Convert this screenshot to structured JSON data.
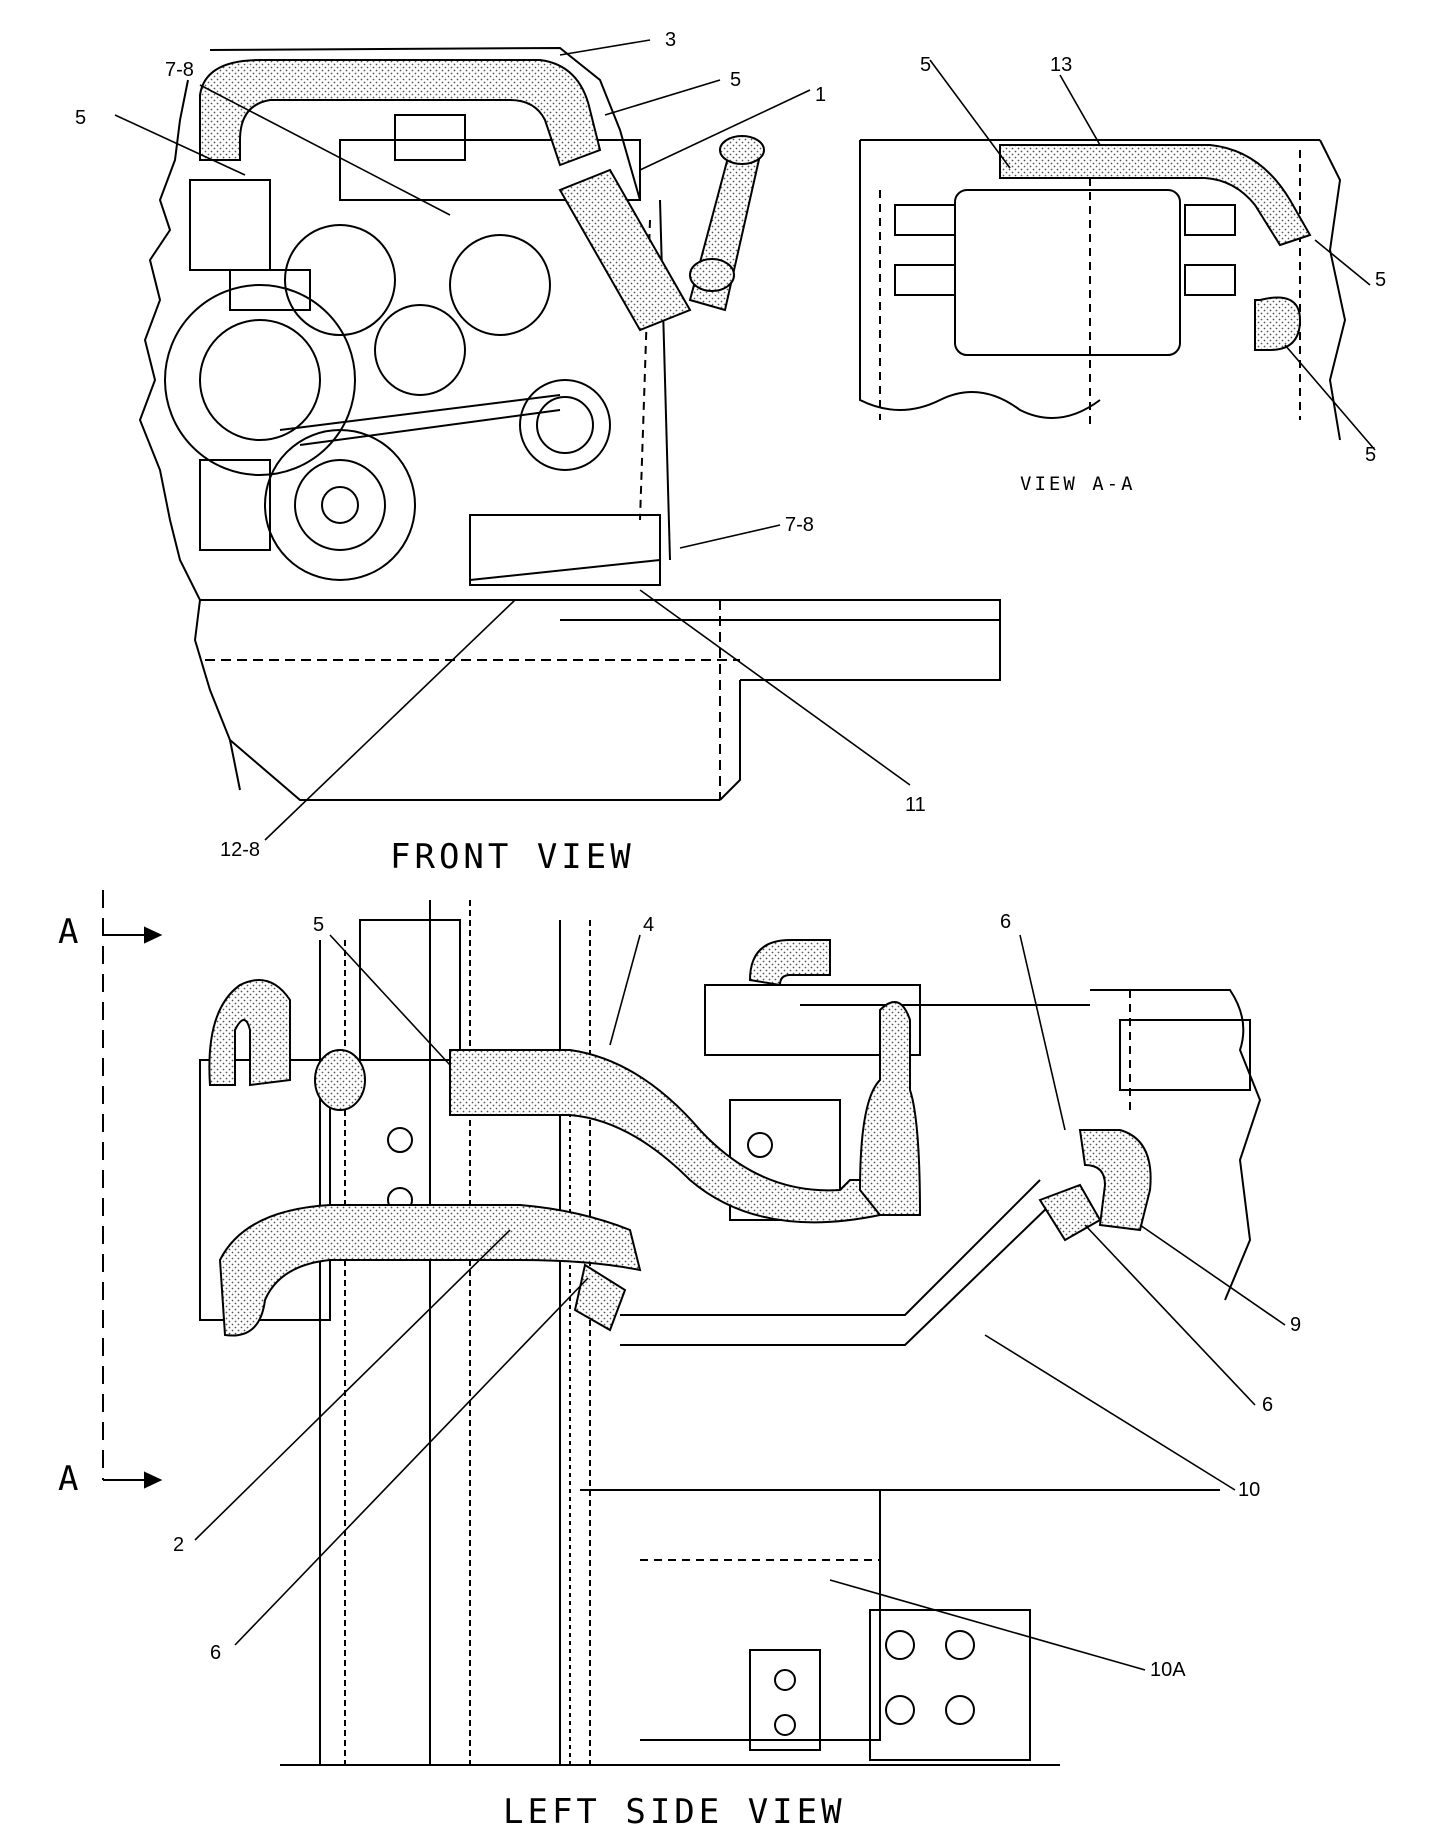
{
  "titles": {
    "front_view": "FRONT VIEW",
    "view_aa": "VIEW A-A",
    "left_side_view": "LEFT SIDE VIEW"
  },
  "section_marker": {
    "top": "A",
    "bottom": "A"
  },
  "callouts": {
    "front_3": "3",
    "front_7_8_top": "7-8",
    "front_5_top": "5",
    "front_1": "1",
    "front_5_left": "5",
    "front_7_8_right": "7-8",
    "front_11": "11",
    "front_12_8": "12-8",
    "aa_5_top": "5",
    "aa_13": "13",
    "aa_5_right": "5",
    "aa_5_bottom": "5",
    "side_5": "5",
    "side_4": "4",
    "side_6_top": "6",
    "side_9": "9",
    "side_6_right": "6",
    "side_10": "10",
    "side_2": "2",
    "side_6_left": "6",
    "side_10A": "10A"
  },
  "colors": {
    "line": "#000000",
    "hose_fill": "#d8d8d8",
    "background": "#ffffff"
  }
}
